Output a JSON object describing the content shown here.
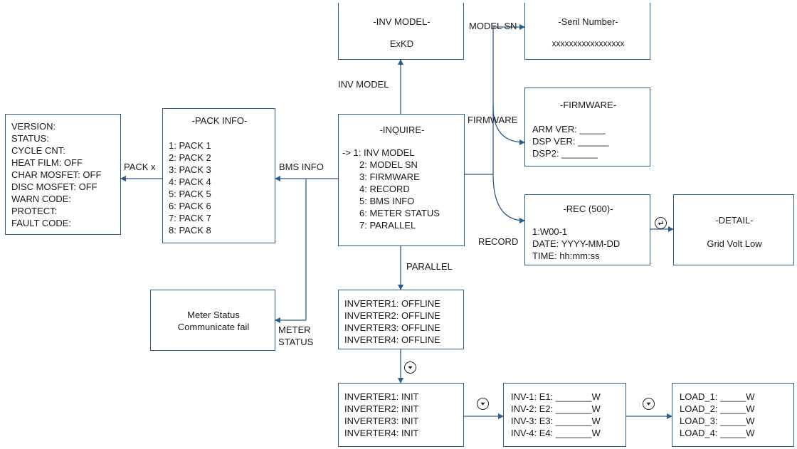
{
  "inv_model_box": {
    "title": "-INV MODEL-",
    "value": "ExKD"
  },
  "serial_box": {
    "title": "-Seril Number-",
    "value": "xxxxxxxxxxxxxxxxx"
  },
  "firmware_box": {
    "title": "-FIRMWARE-",
    "lines": [
      "ARM VER: _____",
      "DSP VER: ______",
      "DSP2: _______"
    ]
  },
  "record_box": {
    "title": "-REC (500)-",
    "lines": [
      "1:W00-1",
      "DATE: YYYY-MM-DD",
      "TIME: hh:mm:ss"
    ]
  },
  "detail_box": {
    "title": "-DETAIL-",
    "value": "Grid Volt Low"
  },
  "inquire_box": {
    "title": "-INQUIRE-",
    "items": [
      "-> 1: INV MODEL",
      "2: MODEL SN",
      "3: FIRMWARE",
      "4: RECORD",
      "5: BMS INFO",
      "6: METER STATUS",
      "7: PARALLEL"
    ]
  },
  "pack_info_box": {
    "title": "-PACK INFO-",
    "items": [
      "1: PACK 1",
      "2: PACK 2",
      "3: PACK 3",
      "4: PACK 4",
      "5: PACK 5",
      "6: PACK 6",
      "7: PACK 7",
      "8: PACK 8"
    ]
  },
  "pack_detail_box": {
    "lines": [
      "VERSION:",
      "STATUS:",
      "CYCLE CNT:",
      "HEAT FILM: OFF",
      "CHAR MOSFET: OFF",
      "DISC MOSFET: OFF",
      "WARN CODE:",
      "PROTECT:",
      "FAULT CODE:"
    ]
  },
  "meter_box": {
    "lines": [
      "Meter Status",
      "Communicate fail"
    ]
  },
  "parallel_status_box": {
    "lines": [
      "INVERTER1: OFFLINE",
      "INVERTER2: OFFLINE",
      "INVERTER3: OFFLINE",
      "INVERTER4: OFFLINE"
    ]
  },
  "parallel_init_box": {
    "lines": [
      "INVERTER1: INIT",
      "INVERTER2: INIT",
      "INVERTER3: INIT",
      "INVERTER4: INIT"
    ]
  },
  "energy_box": {
    "lines": [
      "INV-1: E1: _______W",
      "INV-2: E2: _______W",
      "INV-3: E3: _______W",
      "INV-4: E4: _______W"
    ]
  },
  "load_box": {
    "lines": [
      "LOAD_1: _____W",
      "LOAD_2: _____W",
      "LOAD_3: _____W",
      "LOAD_4: _____W"
    ]
  },
  "edge_labels": {
    "inv_model": "INV MODEL",
    "model_sn": "MODEL SN",
    "firmware": "FIRMWARE",
    "record": "RECORD",
    "bms_info": "BMS INFO",
    "pack_x": "PACK x",
    "parallel": "PARALLEL",
    "meter_status_1": "METER",
    "meter_status_2": "STATUS"
  },
  "icons": {
    "enter": "enter-key-icon",
    "down": "down-key-icon"
  },
  "colors": {
    "line": "#2a5d8a",
    "text": "#1a1a1a",
    "background": "#ffffff"
  }
}
